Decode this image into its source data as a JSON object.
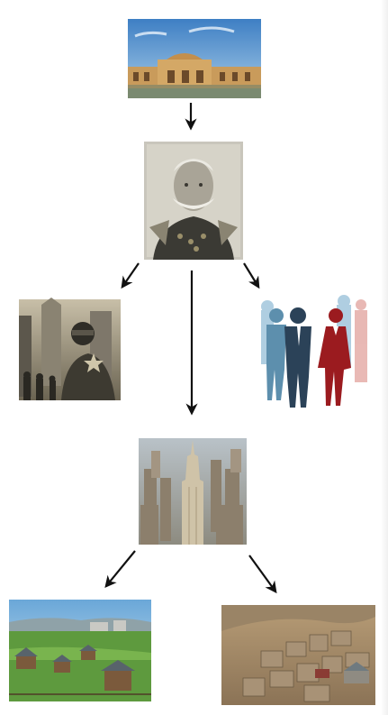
{
  "diagram": {
    "type": "image-flow-tree",
    "nodes": [
      {
        "id": "palace",
        "icon": "desert-palace-photo"
      },
      {
        "id": "general",
        "icon": "military-portrait-photo"
      },
      {
        "id": "soldier",
        "icon": "armored-soldier-city-photo"
      },
      {
        "id": "people",
        "icon": "business-people-silhouettes"
      },
      {
        "id": "skyscraper",
        "icon": "skyscraper-aerial-photo"
      },
      {
        "id": "village",
        "icon": "green-village-photo"
      },
      {
        "id": "mountain-village",
        "icon": "mountain-village-photo"
      }
    ],
    "edges": [
      {
        "from": "palace",
        "to": "general"
      },
      {
        "from": "general",
        "to": "soldier"
      },
      {
        "from": "general",
        "to": "people"
      },
      {
        "from": "general",
        "to": "skyscraper"
      },
      {
        "from": "skyscraper",
        "to": "village"
      },
      {
        "from": "skyscraper",
        "to": "mountain-village"
      }
    ],
    "colors": {
      "arrow": "#111111",
      "background": "#ffffff"
    }
  }
}
